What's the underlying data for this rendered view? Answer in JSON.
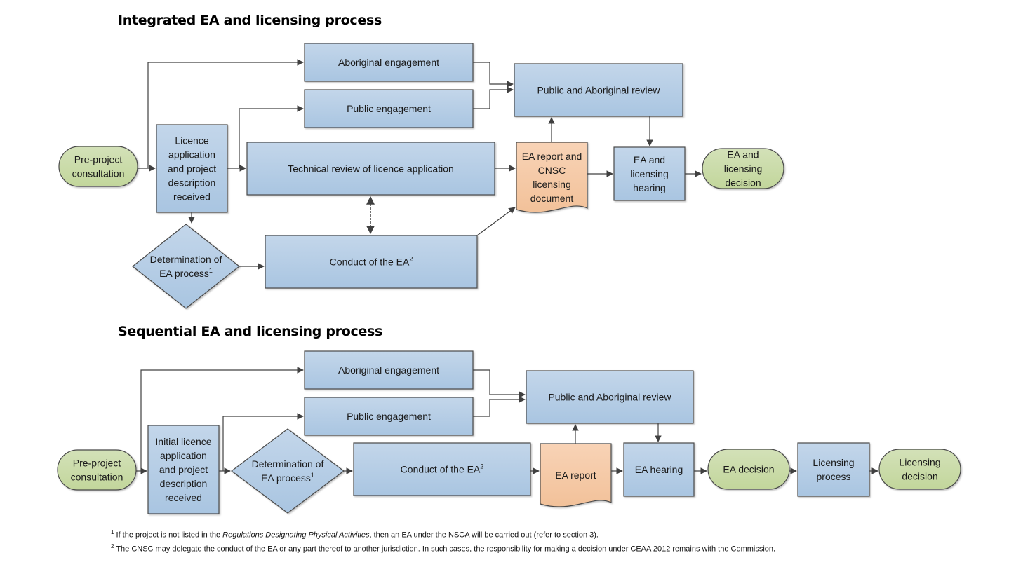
{
  "titles": {
    "integrated": "Integrated EA and licensing process",
    "sequential": "Sequential EA and licensing process"
  },
  "colors": {
    "process_fill_top": "#c3d6ea",
    "process_fill_bottom": "#a9c5e1",
    "process_stroke": "#4a4a4a",
    "terminal_fill_top": "#d3e1b8",
    "terminal_fill_bottom": "#c2d69b",
    "document_fill_top": "#f8d3b6",
    "document_fill_bottom": "#f2c199",
    "arrow": "#404040"
  },
  "integrated": {
    "nodes": [
      {
        "id": "i_pre",
        "type": "terminal",
        "lines": [
          "Pre-project",
          "consultation"
        ]
      },
      {
        "id": "i_lic",
        "type": "process",
        "lines": [
          "Licence",
          "application",
          "and project",
          "description",
          "received"
        ]
      },
      {
        "id": "i_abo",
        "type": "process",
        "lines": [
          "Aboriginal engagement"
        ]
      },
      {
        "id": "i_pub",
        "type": "process",
        "lines": [
          "Public engagement"
        ]
      },
      {
        "id": "i_tech",
        "type": "process",
        "lines": [
          "Technical review of licence application"
        ]
      },
      {
        "id": "i_det",
        "type": "decision",
        "lines": [
          "Determination of",
          "EA process"
        ],
        "sup": "1"
      },
      {
        "id": "i_cond",
        "type": "process",
        "lines": [
          "Conduct of the EA"
        ],
        "sup": "2"
      },
      {
        "id": "i_review",
        "type": "process",
        "lines": [
          "Public and Aboriginal review"
        ]
      },
      {
        "id": "i_doc",
        "type": "document",
        "lines": [
          "EA report and",
          "CNSC",
          "licensing",
          "document"
        ]
      },
      {
        "id": "i_hear",
        "type": "process",
        "lines": [
          "EA and",
          "licensing",
          "hearing"
        ]
      },
      {
        "id": "i_dec",
        "type": "terminal",
        "lines": [
          "EA and",
          "licensing",
          "decision"
        ]
      }
    ]
  },
  "sequential": {
    "nodes": [
      {
        "id": "s_pre",
        "type": "terminal",
        "lines": [
          "Pre-project",
          "consultation"
        ]
      },
      {
        "id": "s_lic",
        "type": "process",
        "lines": [
          "Initial licence",
          "application",
          "and project",
          "description",
          "received"
        ]
      },
      {
        "id": "s_abo",
        "type": "process",
        "lines": [
          "Aboriginal engagement"
        ]
      },
      {
        "id": "s_pub",
        "type": "process",
        "lines": [
          "Public engagement"
        ]
      },
      {
        "id": "s_det",
        "type": "decision",
        "lines": [
          "Determination of",
          "EA process"
        ],
        "sup": "1"
      },
      {
        "id": "s_cond",
        "type": "process",
        "lines": [
          "Conduct of the EA"
        ],
        "sup": "2"
      },
      {
        "id": "s_review",
        "type": "process",
        "lines": [
          "Public and Aboriginal review"
        ]
      },
      {
        "id": "s_rep",
        "type": "document",
        "lines": [
          "EA report"
        ]
      },
      {
        "id": "s_hear",
        "type": "process",
        "lines": [
          "EA hearing"
        ]
      },
      {
        "id": "s_eadec",
        "type": "terminal",
        "lines": [
          "EA decision"
        ]
      },
      {
        "id": "s_licproc",
        "type": "process",
        "lines": [
          "Licensing",
          "process"
        ]
      },
      {
        "id": "s_licdec",
        "type": "terminal",
        "lines": [
          "Licensing",
          "decision"
        ]
      }
    ]
  },
  "footnotes": [
    {
      "num": "1",
      "pre": "If the project is not listed in the ",
      "italic": "Regulations Designating Physical Activities",
      "post": ", then an EA under the NSCA will be carried out (refer to section 3)."
    },
    {
      "num": "2",
      "pre": "The CNSC may delegate the conduct of the EA or any part thereof to another jurisdiction. In such cases, the responsibility for making a decision under CEAA 2012 remains with the Commission.",
      "italic": "",
      "post": ""
    }
  ]
}
